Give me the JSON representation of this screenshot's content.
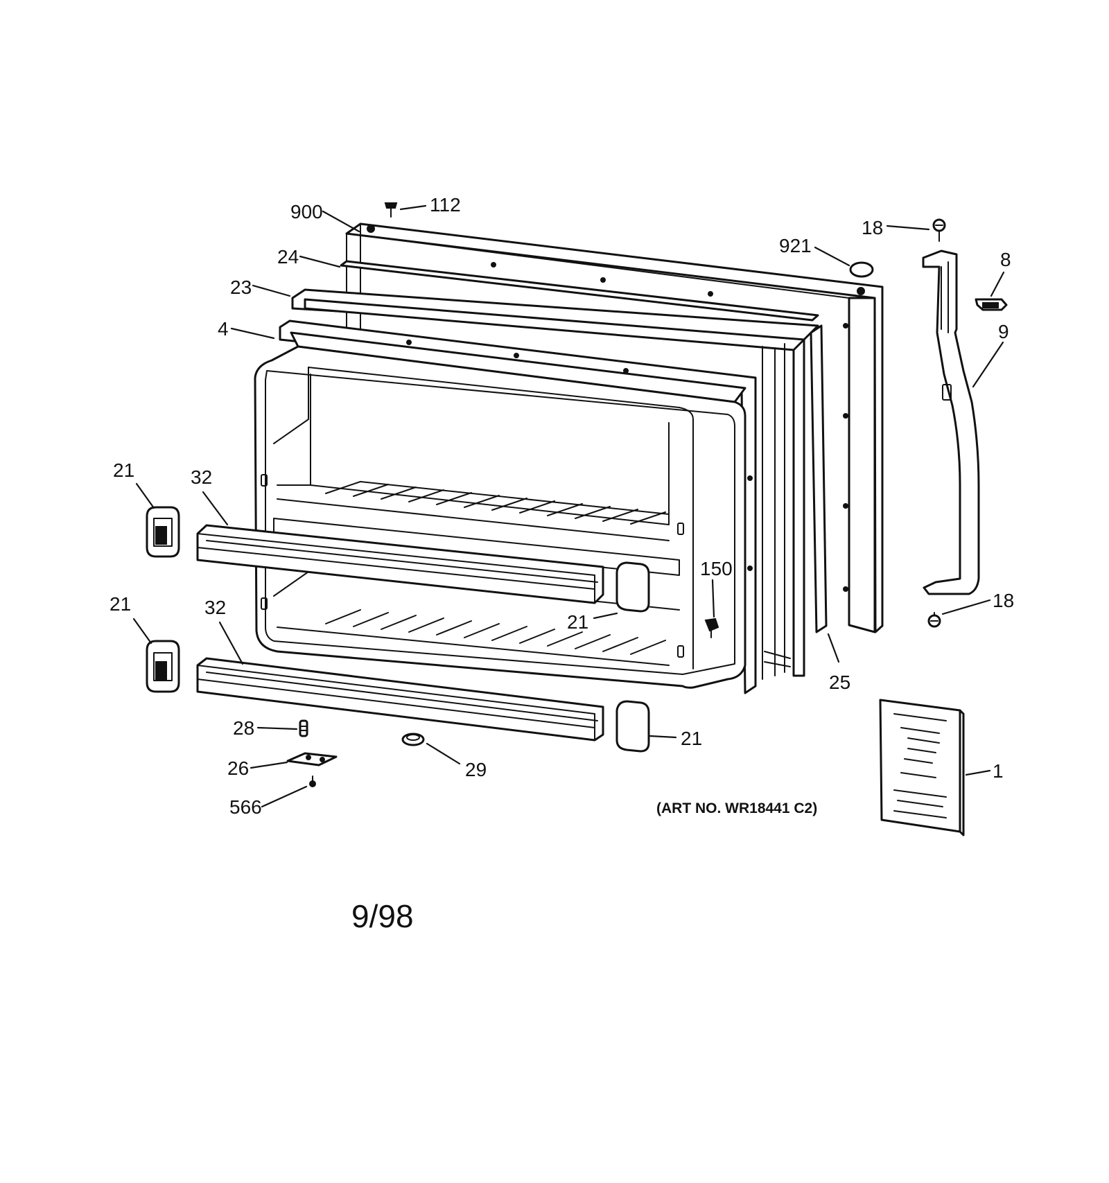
{
  "diagram": {
    "callouts": {
      "c900": "900",
      "c112": "112",
      "c24": "24",
      "c23": "23",
      "c4": "4",
      "c921": "921",
      "c18_top": "18",
      "c8": "8",
      "c9": "9",
      "c21_upper_left": "21",
      "c32_upper": "32",
      "c21_lower_left": "21",
      "c32_lower": "32",
      "c150": "150",
      "c21_mid": "21",
      "c18_bottom": "18",
      "c25": "25",
      "c28": "28",
      "c26": "26",
      "c566": "566",
      "c29": "29",
      "c21_bottom_right": "21",
      "c1": "1"
    },
    "art_number": "(ART NO. WR18441 C2)",
    "date_code": "9/98",
    "line_color": "#111111",
    "background": "#ffffff"
  }
}
